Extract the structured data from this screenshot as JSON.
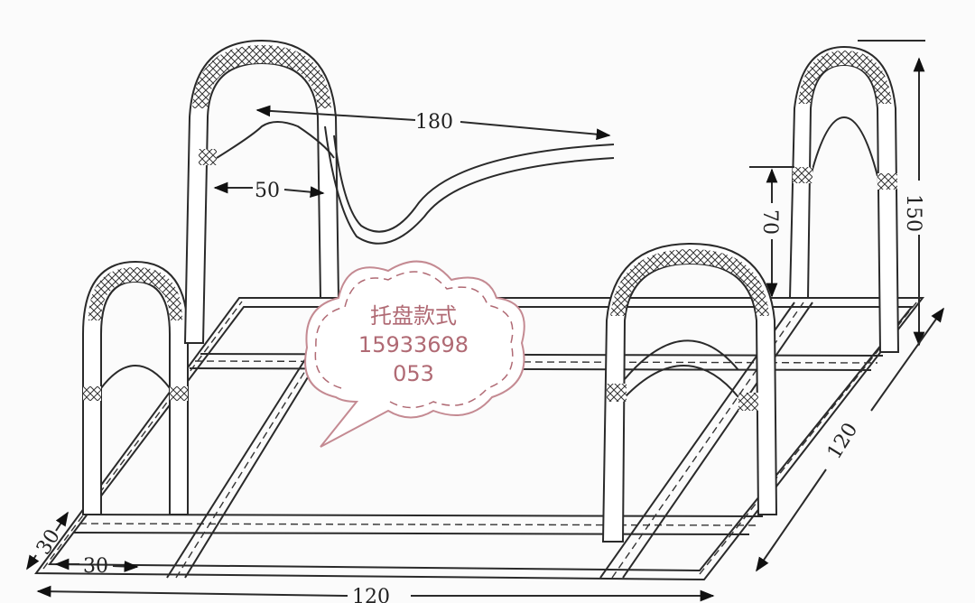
{
  "dimensions": {
    "loop_span": "180",
    "loop_width": "50",
    "loop_height": "150",
    "sleeve_height": "70",
    "side_length": "120",
    "front_length": "120",
    "edge_margin": "30",
    "strap_width": "30"
  },
  "bubble": {
    "line1": "托盘款式",
    "line2": "15933698",
    "line3": "053",
    "color": "#b06a74"
  }
}
